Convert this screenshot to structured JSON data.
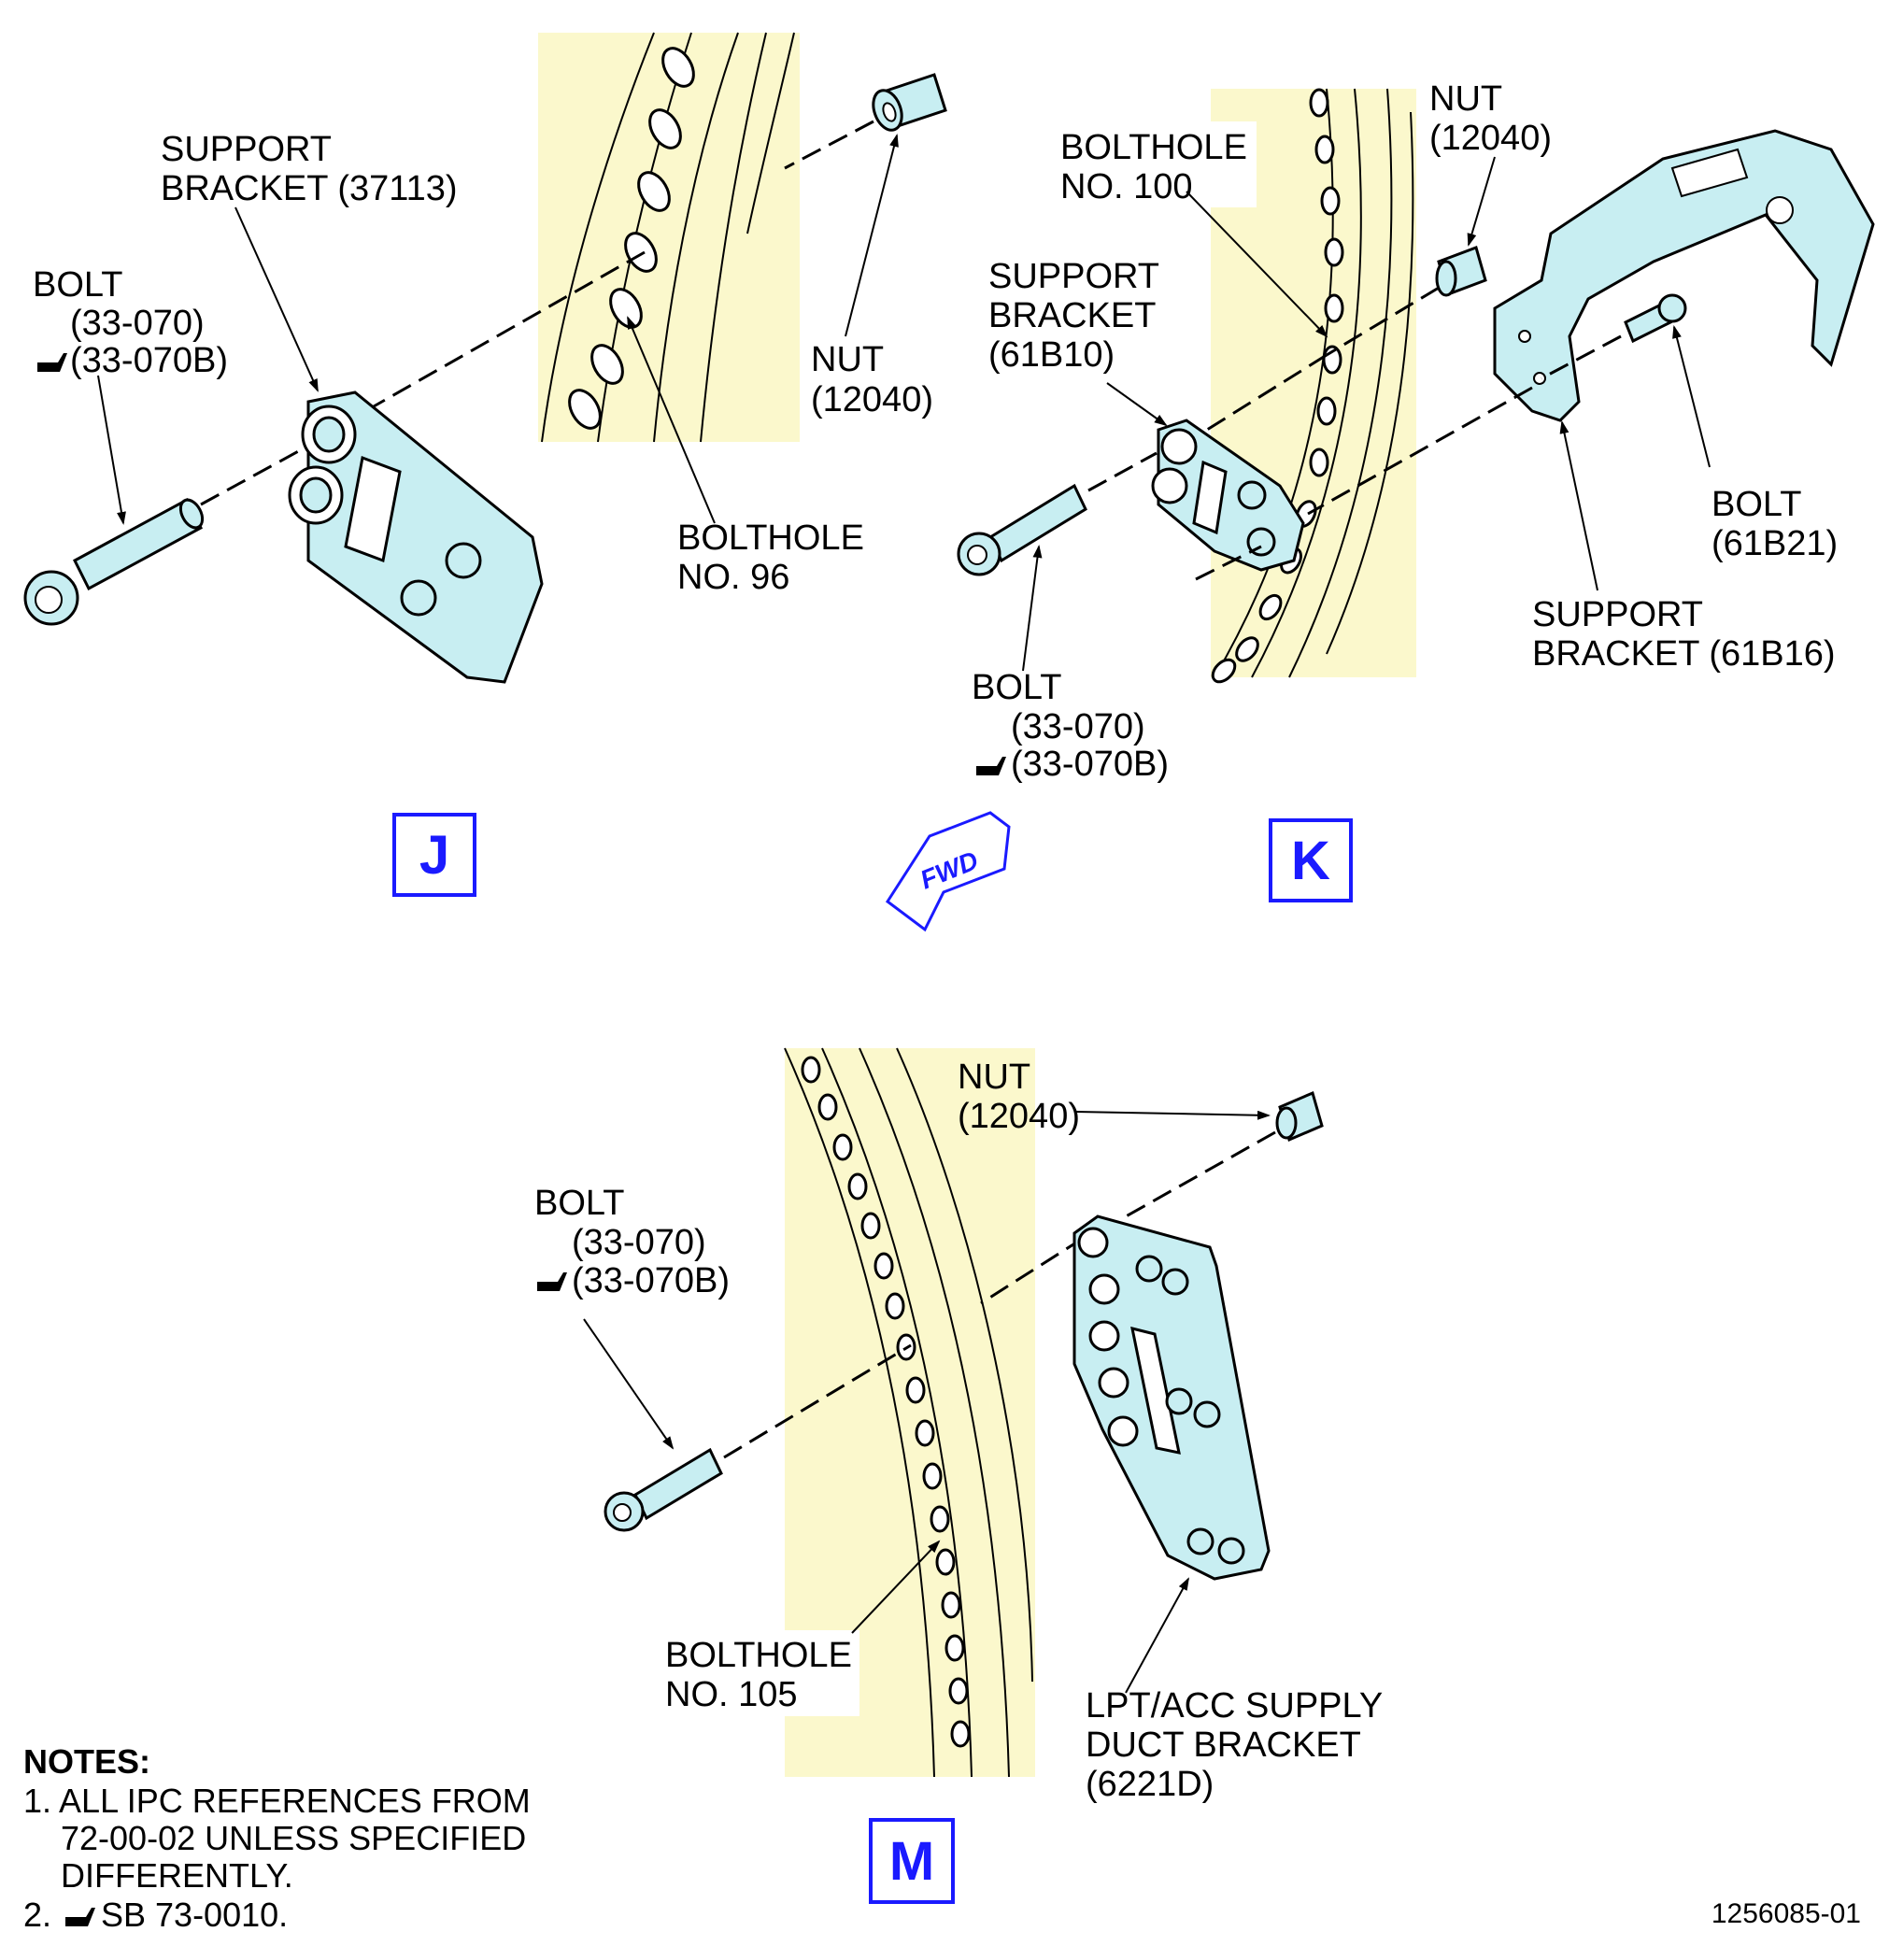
{
  "colors": {
    "engine_case": "#fbf8cc",
    "part_fill": "#c8eef2",
    "accent_blue": "#1a1aff",
    "line": "#000000"
  },
  "views": [
    {
      "letter": "J"
    },
    {
      "letter": "K"
    },
    {
      "letter": "M"
    }
  ],
  "fwd_label": "FWD",
  "view_j": {
    "support_bracket": [
      "SUPPORT",
      "BRACKET (37113)"
    ],
    "bolt": [
      "BOLT",
      "(33-070)",
      "(33-070B)"
    ],
    "nut": [
      "NUT",
      "(12040)"
    ],
    "bolthole": [
      "BOLTHOLE",
      "NO. 96"
    ]
  },
  "view_k": {
    "nut": [
      "NUT",
      "(12040)"
    ],
    "bolthole": [
      "BOLTHOLE",
      "NO. 100"
    ],
    "support_bracket": [
      "SUPPORT",
      "BRACKET",
      "(61B10)"
    ],
    "bolt_right": [
      "BOLT",
      "(61B21)"
    ],
    "support_bracket_right": [
      "SUPPORT",
      "BRACKET (61B16)"
    ],
    "bolt": [
      "BOLT",
      "(33-070)",
      "(33-070B)"
    ]
  },
  "view_m": {
    "nut": [
      "NUT",
      "(12040)"
    ],
    "bolt": [
      "BOLT",
      "(33-070)",
      "(33-070B)"
    ],
    "bolthole": [
      "BOLTHOLE",
      "NO. 105"
    ],
    "duct_bracket": [
      "LPT/ACC SUPPLY",
      "DUCT BRACKET",
      "(6221D)"
    ]
  },
  "notes": {
    "heading": "NOTES:",
    "items": [
      "1. ALL IPC REFERENCES FROM",
      "72-00-02 UNLESS SPECIFIED",
      "DIFFERENTLY.",
      "2.",
      "SB 73-0010."
    ]
  },
  "figure_id": "1256085-01"
}
